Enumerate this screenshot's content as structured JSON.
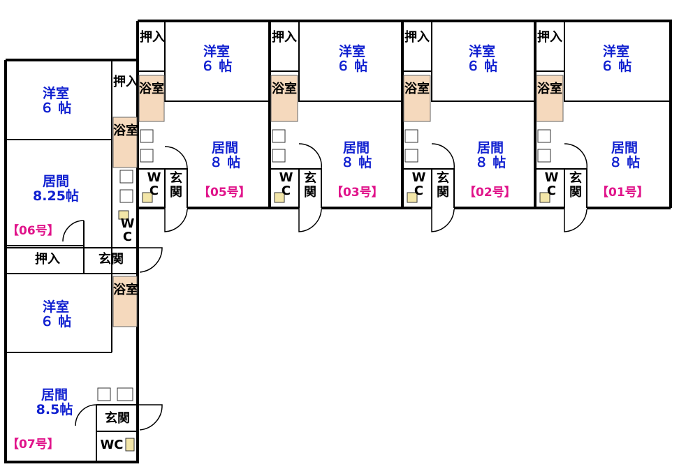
{
  "rooms": {
    "u01_yoshitsu": {
      "name": "洋室",
      "size": "６ 帖"
    },
    "u01_kyoma": {
      "name": "居間",
      "size": "８ 帖"
    },
    "u02_yoshitsu": {
      "name": "洋室",
      "size": "６ 帖"
    },
    "u02_kyoma": {
      "name": "居間",
      "size": "８ 帖"
    },
    "u03_yoshitsu": {
      "name": "洋室",
      "size": "６ 帖"
    },
    "u03_kyoma": {
      "name": "居間",
      "size": "８ 帖"
    },
    "u05_yoshitsu": {
      "name": "洋室",
      "size": "６ 帖"
    },
    "u05_kyoma": {
      "name": "居間",
      "size": "８ 帖"
    },
    "u06_yoshitsu": {
      "name": "洋室",
      "size": "６ 帖"
    },
    "u06_kyoma": {
      "name": "居間",
      "size": "8.25帖"
    },
    "u07_yoshitsu": {
      "name": "洋室",
      "size": "６ 帖"
    },
    "u07_kyoma": {
      "name": "居間",
      "size": "8.5帖"
    }
  },
  "units": {
    "u01": "【01号】",
    "u02": "【02号】",
    "u03": "【03号】",
    "u05": "【05号】",
    "u06": "【06号】",
    "u07": "【07号】"
  },
  "fixtures": {
    "closet": "押入",
    "bath": "浴室",
    "wc": "WC",
    "entrance": "玄関"
  }
}
